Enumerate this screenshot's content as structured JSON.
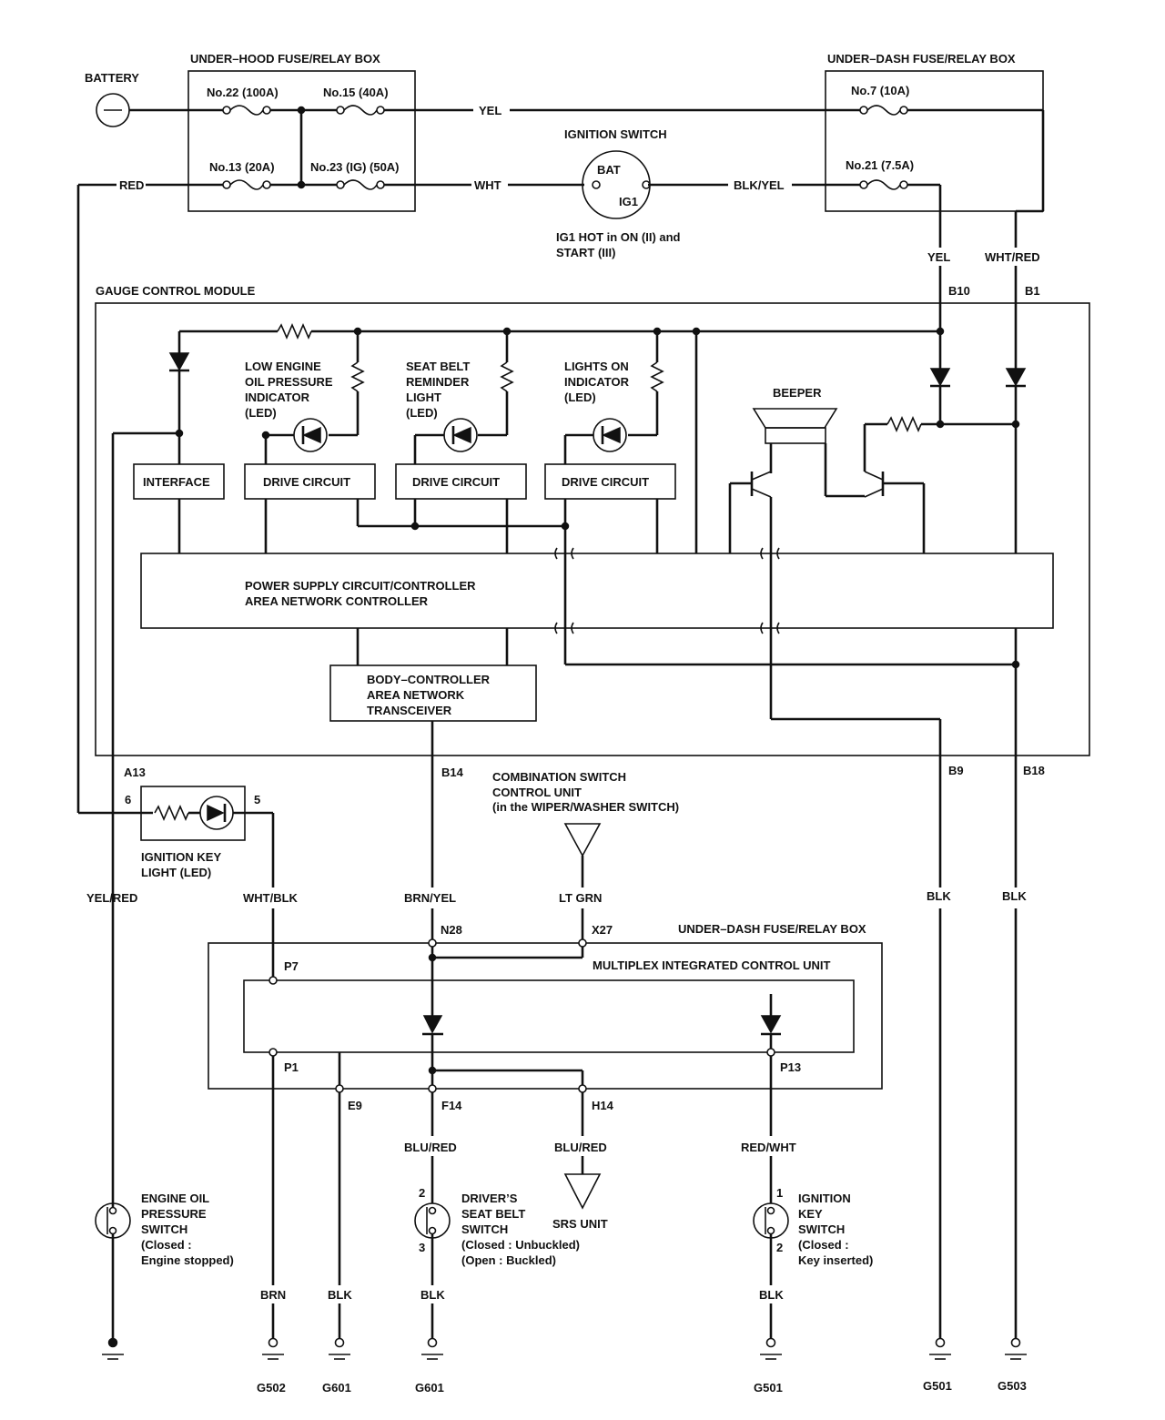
{
  "labels": {
    "battery": "BATTERY",
    "uh_box": "UNDER–HOOD FUSE/RELAY BOX",
    "ud_box_top": "UNDER–DASH FUSE/RELAY BOX",
    "f22": "No.22 (100A)",
    "f15": "No.15 (40A)",
    "f13": "No.13 (20A)",
    "f23": "No.23 (IG) (50A)",
    "f7": "No.7 (10A)",
    "f21": "No.21 (7.5A)",
    "yel_top": "YEL",
    "red": "RED",
    "wht": "WHT",
    "blk_yel": "BLK/YEL",
    "ign_switch": "IGNITION SWITCH",
    "bat": "BAT",
    "ig1": "IG1",
    "ig1_hot_1": "IG1 HOT in ON (II) and",
    "ig1_hot_2": "START (III)",
    "yel_b10": "YEL",
    "wht_red": "WHT/RED",
    "gcm": "GAUGE CONTROL MODULE",
    "b10": "B10",
    "b1": "B1",
    "low_oil_1": "LOW ENGINE",
    "low_oil_2": "OIL PRESSURE",
    "low_oil_3": "INDICATOR",
    "low_oil_4": "(LED)",
    "seat_1": "SEAT BELT",
    "seat_2": "REMINDER",
    "seat_3": "LIGHT",
    "seat_4": "(LED)",
    "lights_1": "LIGHTS ON",
    "lights_2": "INDICATOR",
    "lights_3": "(LED)",
    "beeper": "BEEPER",
    "interface": "INTERFACE",
    "drive1": "DRIVE CIRCUIT",
    "drive2": "DRIVE CIRCUIT",
    "drive3": "DRIVE CIRCUIT",
    "psc_1": "POWER SUPPLY CIRCUIT/CONTROLLER",
    "psc_2": "AREA NETWORK CONTROLLER",
    "bcan_1": "BODY–CONTROLLER",
    "bcan_2": "AREA NETWORK",
    "bcan_3": "TRANSCEIVER",
    "a13": "A13",
    "b14": "B14",
    "b9": "B9",
    "b18": "B18",
    "pin6": "6",
    "pin5": "5",
    "ikl_1": "IGNITION KEY",
    "ikl_2": "LIGHT (LED)",
    "comb_1": "COMBINATION SWITCH",
    "comb_2": "CONTROL UNIT",
    "comb_3": "(in the WIPER/WASHER SWITCH)",
    "yel_red": "YEL/RED",
    "wht_blk": "WHT/BLK",
    "brn_yel": "BRN/YEL",
    "lt_grn": "LT GRN",
    "blk_b9": "BLK",
    "blk_b18": "BLK",
    "ud_box_mid": "UNDER–DASH FUSE/RELAY BOX",
    "n28": "N28",
    "x27": "X27",
    "p7": "P7",
    "micu": "MULTIPLEX INTEGRATED CONTROL UNIT",
    "p1": "P1",
    "p13": "P13",
    "e9": "E9",
    "f14": "F14",
    "h14": "H14",
    "blu_red_f14": "BLU/RED",
    "blu_red_h14": "BLU/RED",
    "red_wht": "RED/WHT",
    "srs": "SRS UNIT",
    "eop_1": "ENGINE OIL",
    "eop_2": "PRESSURE",
    "eop_3": "SWITCH",
    "eop_4": "(Closed :",
    "eop_5": "Engine stopped)",
    "dsb_pin2": "2",
    "dsb_pin3": "3",
    "dsb_1": "DRIVER’S",
    "dsb_2": "SEAT BELT",
    "dsb_3": "SWITCH",
    "dsb_4": "(Closed : Unbuckled)",
    "dsb_5": "(Open : Buckled)",
    "iks_pin1": "1",
    "iks_pin2": "2",
    "iks_1": "IGNITION",
    "iks_2": "KEY",
    "iks_3": "SWITCH",
    "iks_4": "(Closed :",
    "iks_5": "Key inserted)",
    "brn": "BRN",
    "blk_e9": "BLK",
    "blk_dsb": "BLK",
    "blk_iks": "BLK",
    "g502": "G502",
    "g601a": "G601",
    "g601b": "G601",
    "g501a": "G501",
    "g501b": "G501",
    "g503": "G503"
  }
}
